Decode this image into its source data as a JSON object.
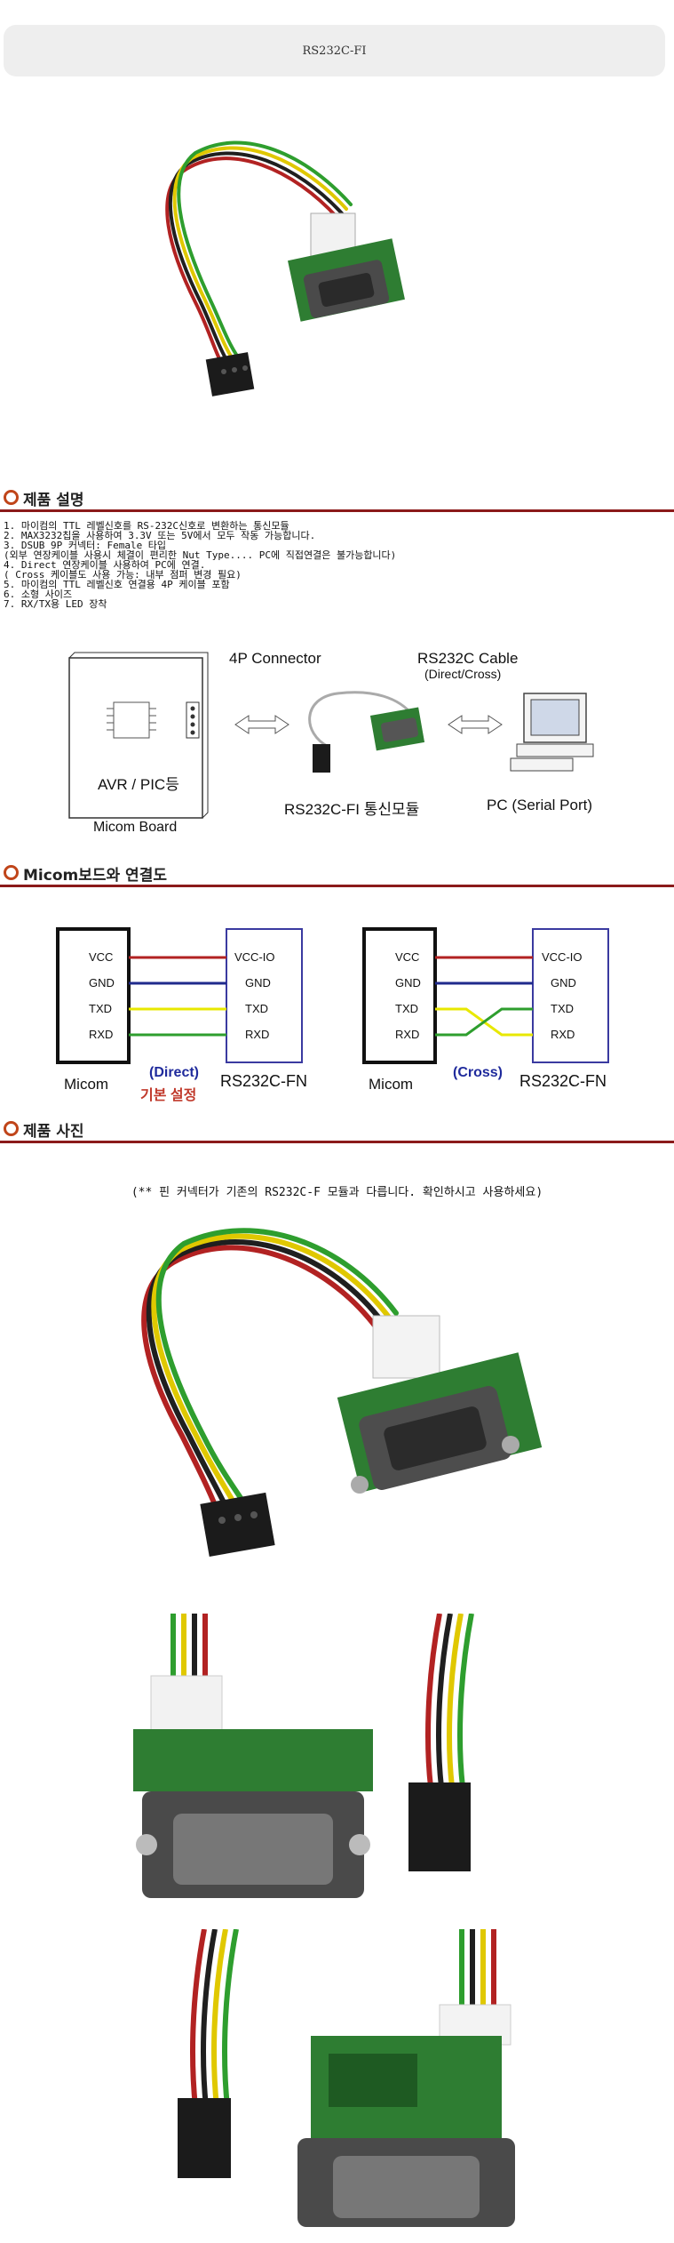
{
  "title": "RS232C-FI",
  "sections": {
    "description": "제품 설명",
    "connection": "Micom보드와 연결도",
    "photos": "제품 사진"
  },
  "description_lines": [
    "1. 마이컴의 TTL 레벨신호를 RS-232C신호로 변환하는 통신모듈",
    "2. MAX3232칩을 사용하여 3.3V 또는 5V에서 모두 작동 가능합니다.",
    "3. DSUB 9P 커넥터: Female 타입",
    "(외부 연장케이블 사용시 체결이 편리한 Nut Type.... PC에 직접연결은 불가능합니다)",
    "4. Direct 연장케이블 사용하여 PC에 연결.",
    "( Cross 케이블도 사용 가능: 내부 점퍼 변경 필요)",
    "5. 마이컴의 TTL 레벨신호 연결용 4P 케이블 포함",
    "6. 소형 사이즈",
    "7. RX/TX용 LED 장착"
  ],
  "overview": {
    "connector_label": "4P Connector",
    "cable_label": "RS232C Cable",
    "cable_sub": "(Direct/Cross)",
    "board_label": "AVR / PIC등",
    "micom_board": "Micom Board",
    "module_label": "RS232C-FI 통신모듈",
    "pc_label": "PC (Serial Port)"
  },
  "wiring": {
    "pins_left": [
      "VCC",
      "GND",
      "TXD",
      "RXD"
    ],
    "pins_right": [
      "VCC-IO",
      "GND",
      "TXD",
      "RXD"
    ],
    "micom": "Micom",
    "module": "RS232C-FN",
    "direct": "(Direct)",
    "default": "기본 설정",
    "cross": "(Cross)",
    "wire_colors": [
      "#b22222",
      "#1f2a8c",
      "#e8e800",
      "#2e9e2e"
    ]
  },
  "photo_note": "(** 핀 커넥터가 기존의 RS232C-F 모듈과 다릅니다. 확인하시고 사용하세요)"
}
